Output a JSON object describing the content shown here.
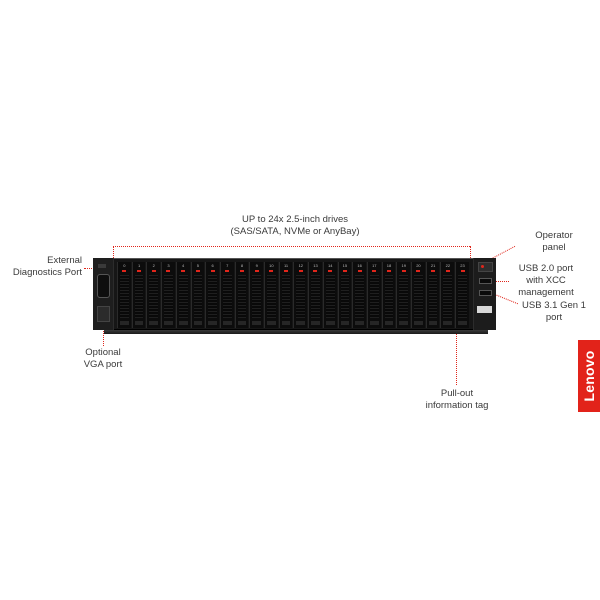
{
  "callouts": {
    "drives": {
      "line1": "UP to 24x 2.5-inch drives",
      "line2": "(SAS/SATA, NVMe or AnyBay)"
    },
    "external_diagnostics": {
      "line1": "External",
      "line2": "Diagnostics Port"
    },
    "optional_vga": {
      "line1": "Optional",
      "line2": "VGA port"
    },
    "operator_panel": {
      "line1": "Operator",
      "line2": "panel"
    },
    "usb2": {
      "line1": "USB 2.0 port",
      "line2": "with XCC",
      "line3": "management"
    },
    "usb31": {
      "line1": "USB 3.1 Gen 1",
      "line2": "port"
    },
    "info_tag": {
      "line1": "Pull-out",
      "line2": "information tag"
    }
  },
  "drive_bay_numbers": [
    "0",
    "1",
    "2",
    "3",
    "4",
    "5",
    "6",
    "7",
    "8",
    "9",
    "10",
    "11",
    "12",
    "13",
    "14",
    "15",
    "16",
    "17",
    "18",
    "19",
    "20",
    "21",
    "22",
    "23"
  ],
  "brand": {
    "logo_text": "Lenovo",
    "logo_color": "#e2231a",
    "accent": "#e0261b"
  }
}
